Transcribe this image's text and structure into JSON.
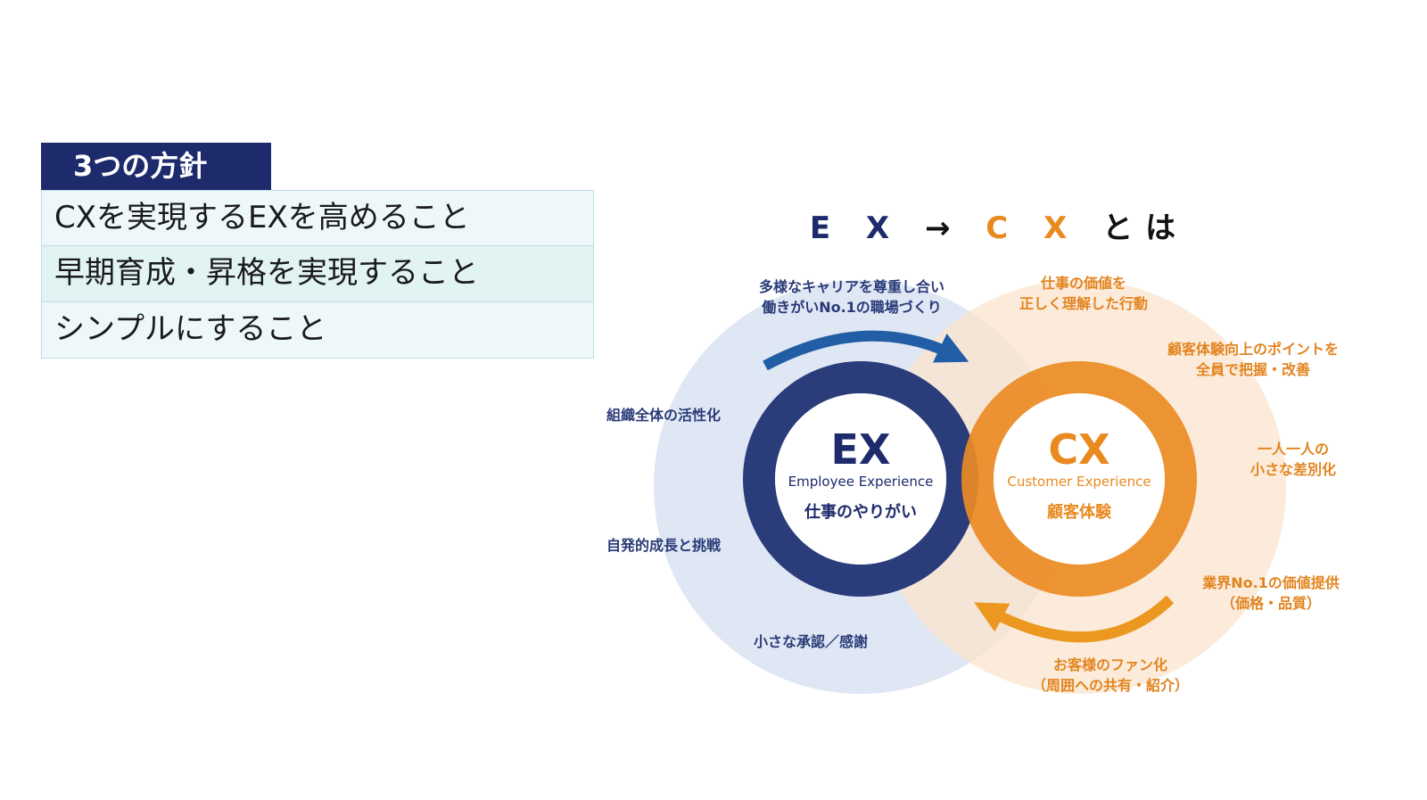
{
  "policy": {
    "header": "3つの方針",
    "items": [
      "CXを実現するEXを高めること",
      "早期育成・昇格を実現すること",
      "シンプルにすること"
    ]
  },
  "diagram": {
    "title": {
      "ex": "E X",
      "arrow": "→",
      "cx": "C X",
      "suffix": "とは"
    },
    "ex": {
      "big": "EX",
      "sub": "Employee Experience",
      "jp": "仕事のやりがい"
    },
    "cx": {
      "big": "CX",
      "sub": "Customer Experience",
      "jp": "顧客体験"
    },
    "left_labels": {
      "top_line1": "多様なキャリアを尊重し合い",
      "top_line2": "働きがいNo.1の職場づくり",
      "a": "組織全体の活性化",
      "b": "自発的成長と挑戦",
      "c": "小さな承認／感謝"
    },
    "right_labels": {
      "a_line1": "仕事の価値を",
      "a_line2": "正しく理解した行動",
      "b_line1": "顧客体験向上のポイントを",
      "b_line2": "全員で把握・改善",
      "c_line1": "一人一人の",
      "c_line2": "小さな差別化",
      "d_line1": "業界No.1の価値提供",
      "d_line2": "（価格・品質）",
      "e_line1": "お客様のファン化",
      "e_line2": "（周囲への共有・紹介）"
    },
    "colors": {
      "navy": "#2a3c7a",
      "orange": "#ea8b24",
      "light_blue": "#dbe4f3",
      "light_orange": "#fbe4cd"
    }
  }
}
